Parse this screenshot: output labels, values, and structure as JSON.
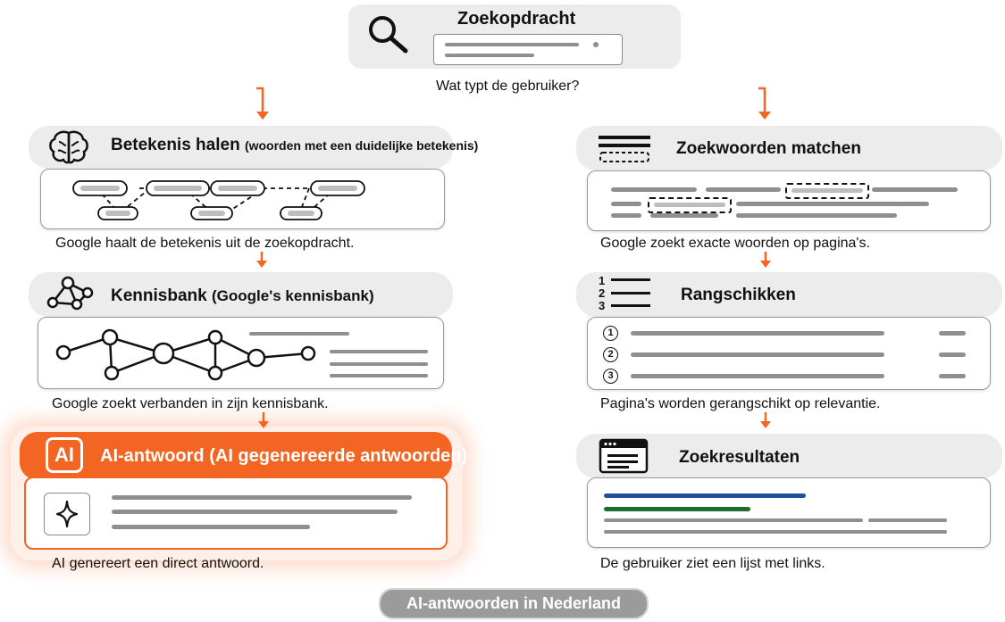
{
  "top": {
    "title": "Zoekopdracht",
    "caption": "Wat typt de gebruiker?"
  },
  "left": [
    {
      "title": "Betekenis halen",
      "subtitle": "(woorden met een duidelijke betekenis)",
      "caption": "Google haalt de betekenis uit de zoekopdracht.",
      "icon": "brain-icon"
    },
    {
      "title": "Kennisbank",
      "subtitle": "(Google's kennisbank)",
      "caption": "Google zoekt verbanden in zijn kennisbank.",
      "icon": "network-icon"
    },
    {
      "title": "AI-antwoord",
      "subtitle": "(AI gegenereerde antwoorden)",
      "caption": "AI genereert een direct antwoord.",
      "icon": "ai-icon",
      "icon_text": "AI"
    }
  ],
  "right": [
    {
      "title": "Zoekwoorden matchen",
      "caption": "Google zoekt exacte woorden op pagina's.",
      "icon": "text-lines-icon"
    },
    {
      "title": "Rangschikken",
      "caption": "Pagina's worden gerangschikt op relevantie.",
      "icon": "ranked-list-icon",
      "rank_labels": [
        "1",
        "2",
        "3"
      ]
    },
    {
      "title": "Zoekresultaten",
      "caption": "De gebruiker ziet een lijst met links.",
      "icon": "browser-window-icon"
    }
  ],
  "footer": {
    "label": "AI-antwoorden in Nederland"
  },
  "colors": {
    "accent": "#f26522",
    "link_blue": "#1f4ea3",
    "link_green": "#1e6b2e",
    "pill_gray": "#ececec",
    "footer_gray": "#9b9b9b"
  }
}
